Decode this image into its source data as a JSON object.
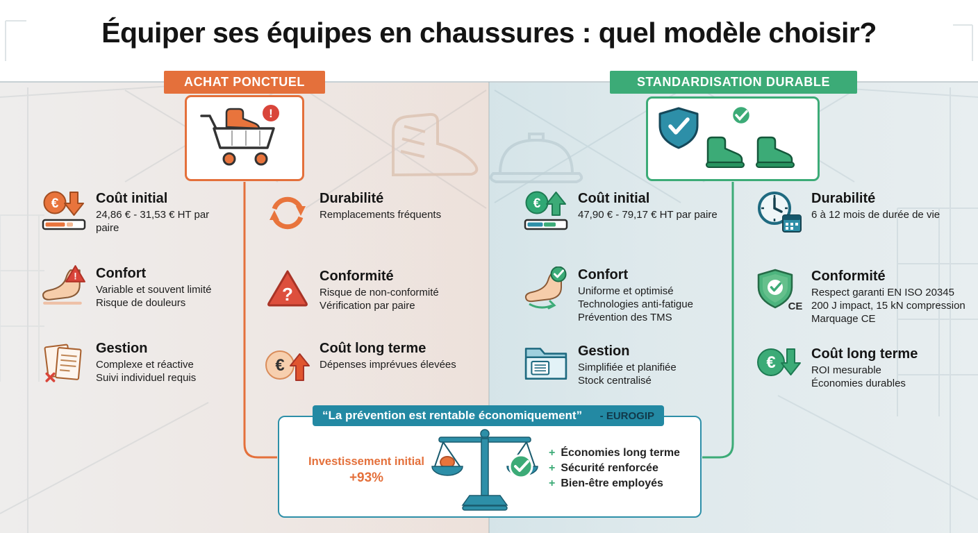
{
  "title": "Équiper ses équipes en chaussures : quel modèle choisir?",
  "colors": {
    "orange": "#e4703b",
    "green": "#3cab77",
    "teal": "#2389a3",
    "red": "#d9453a"
  },
  "left": {
    "header": "ACHAT PONCTUEL",
    "hero_icon": "cart-boot-alert",
    "col1": [
      {
        "icon": "euro-coin-down",
        "title": "Coût initial",
        "line1": "24,86 € - 31,53 € HT par paire"
      },
      {
        "icon": "foot-warning",
        "title": "Confort",
        "line1": "Variable et souvent limité",
        "line2": "Risque de douleurs"
      },
      {
        "icon": "documents-x",
        "title": "Gestion",
        "line1": "Complexe et réactive",
        "line2": "Suivi individuel requis"
      }
    ],
    "col2": [
      {
        "icon": "refresh-arrows",
        "title": "Durabilité",
        "line1": "Remplacements fréquents"
      },
      {
        "icon": "warning-question",
        "title": "Conformité",
        "line1": "Risque de non-conformité",
        "line2": "Vérification par paire"
      },
      {
        "icon": "euro-arrow-up",
        "title": "Coût long terme",
        "line1": "Dépenses imprévues élevées"
      }
    ]
  },
  "right": {
    "header": "STANDARDISATION DURABLE",
    "hero_icon": "shield-boots-check",
    "col1": [
      {
        "icon": "euro-coin-up",
        "title": "Coût initial",
        "line1": "47,90 € - 79,17 € HT par paire"
      },
      {
        "icon": "foot-check",
        "title": "Confort",
        "line1": "Uniforme et optimisé",
        "line2": "Technologies anti-fatigue",
        "line3": "Prévention des TMS"
      },
      {
        "icon": "folder-list",
        "title": "Gestion",
        "line1": "Simplifiée et planifiée",
        "line2": "Stock centralisé"
      }
    ],
    "col2": [
      {
        "icon": "clock-calendar",
        "title": "Durabilité",
        "line1": "6 à 12 mois de durée de vie"
      },
      {
        "icon": "shield-ce",
        "title": "Conformité",
        "line1": "Respect garanti EN ISO 20345",
        "line2": "200 J impact, 15 kN compression",
        "line3": "Marquage CE"
      },
      {
        "icon": "euro-arrow-down",
        "title": "Coût long terme",
        "line1": "ROI mesurable",
        "line2": "Économies durables"
      }
    ]
  },
  "bottom": {
    "quote": "“La prévention est rentable économiquement”",
    "source": "- EUROGIP",
    "investment_label": "Investissement initial",
    "investment_value": "+93%",
    "center_icon": "balance-scale-check",
    "benefit_prefix": "+",
    "benefits": [
      "Économies long terme",
      "Sécurité renforcée",
      "Bien-être employés"
    ]
  }
}
